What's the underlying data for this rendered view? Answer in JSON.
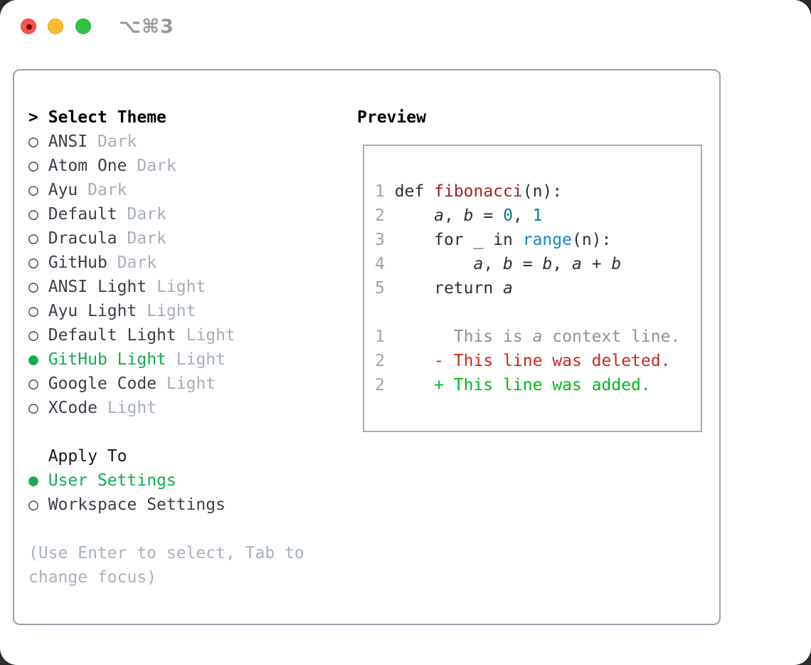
{
  "window": {
    "shortcut": "⌥⌘3",
    "traffic_lights": [
      "close",
      "minimize",
      "zoom"
    ]
  },
  "theme_panel": {
    "header_marker": ">",
    "header": "Select Theme",
    "themes": [
      {
        "name": "ANSI",
        "variant": "Dark",
        "selected": false
      },
      {
        "name": "Atom One",
        "variant": "Dark",
        "selected": false
      },
      {
        "name": "Ayu",
        "variant": "Dark",
        "selected": false
      },
      {
        "name": "Default",
        "variant": "Dark",
        "selected": false
      },
      {
        "name": "Dracula",
        "variant": "Dark",
        "selected": false
      },
      {
        "name": "GitHub",
        "variant": "Dark",
        "selected": false
      },
      {
        "name": "ANSI Light",
        "variant": "Light",
        "selected": false
      },
      {
        "name": "Ayu Light",
        "variant": "Light",
        "selected": false
      },
      {
        "name": "Default Light",
        "variant": "Light",
        "selected": false
      },
      {
        "name": "GitHub Light",
        "variant": "Light",
        "selected": true
      },
      {
        "name": "Google Code",
        "variant": "Light",
        "selected": false
      },
      {
        "name": "XCode",
        "variant": "Light",
        "selected": false
      }
    ],
    "radio_unselected_glyph": "○",
    "radio_selected_glyph": "●",
    "apply_to": {
      "label": "Apply To",
      "options": [
        {
          "label": "User Settings",
          "selected": true
        },
        {
          "label": "Workspace Settings",
          "selected": false
        }
      ]
    },
    "hint_lines": [
      "(Use Enter to select, Tab to",
      "change focus)"
    ]
  },
  "preview": {
    "label": "Preview",
    "lines": [
      {
        "segs": [
          {
            "t": "1 ",
            "c": "ln"
          },
          {
            "t": "def ",
            "c": "d"
          },
          {
            "t": "fibonacci",
            "c": "fn"
          },
          {
            "t": "(n):",
            "c": "d"
          }
        ]
      },
      {
        "segs": [
          {
            "t": "2 ",
            "c": "ln"
          },
          {
            "t": "    ",
            "c": "d"
          },
          {
            "t": "a",
            "c": "v"
          },
          {
            "t": ", ",
            "c": "d"
          },
          {
            "t": "b",
            "c": "v"
          },
          {
            "t": " = ",
            "c": "d"
          },
          {
            "t": "0",
            "c": "num"
          },
          {
            "t": ", ",
            "c": "d"
          },
          {
            "t": "1",
            "c": "num"
          }
        ]
      },
      {
        "segs": [
          {
            "t": "3 ",
            "c": "ln"
          },
          {
            "t": "    for _ in ",
            "c": "d"
          },
          {
            "t": "range",
            "c": "bi"
          },
          {
            "t": "(n):",
            "c": "d"
          }
        ]
      },
      {
        "segs": [
          {
            "t": "4 ",
            "c": "ln"
          },
          {
            "t": "        ",
            "c": "d"
          },
          {
            "t": "a",
            "c": "v"
          },
          {
            "t": ", ",
            "c": "d"
          },
          {
            "t": "b",
            "c": "v"
          },
          {
            "t": " = ",
            "c": "d"
          },
          {
            "t": "b",
            "c": "v"
          },
          {
            "t": ", ",
            "c": "d"
          },
          {
            "t": "a",
            "c": "v"
          },
          {
            "t": " + ",
            "c": "d"
          },
          {
            "t": "b",
            "c": "v"
          }
        ]
      },
      {
        "segs": [
          {
            "t": "5 ",
            "c": "ln"
          },
          {
            "t": "    return ",
            "c": "d"
          },
          {
            "t": "a",
            "c": "v"
          }
        ]
      },
      {
        "segs": []
      },
      {
        "segs": [
          {
            "t": "1 ",
            "c": "ln"
          },
          {
            "t": "      This is ",
            "c": "ctx"
          },
          {
            "t": "a",
            "c": "ctx v"
          },
          {
            "t": " context line.",
            "c": "ctx"
          }
        ]
      },
      {
        "segs": [
          {
            "t": "2 ",
            "c": "ln"
          },
          {
            "t": "    - This line was deleted.",
            "c": "del"
          }
        ]
      },
      {
        "segs": [
          {
            "t": "2 ",
            "c": "ln"
          },
          {
            "t": "    + This line was added.",
            "c": "add"
          }
        ]
      }
    ]
  },
  "colors": {
    "accent_green": "#12ae4b",
    "added_green": "#00b81f",
    "deleted_red": "#c5291d",
    "function_red": "#a6211e",
    "number_teal": "#0e7c86",
    "builtin_blue": "#1386c9",
    "code_dark": "#2b3139",
    "line_number_gray": "#9ba5b0",
    "variant_gray": "#a7afbc",
    "hint_gray": "#a9b2be",
    "panel_border": "#99a3ae",
    "titlebar_text": "#98989d",
    "traffic_red": "#f6564d",
    "traffic_yellow": "#fcbb2f",
    "traffic_green": "#2fc440"
  }
}
